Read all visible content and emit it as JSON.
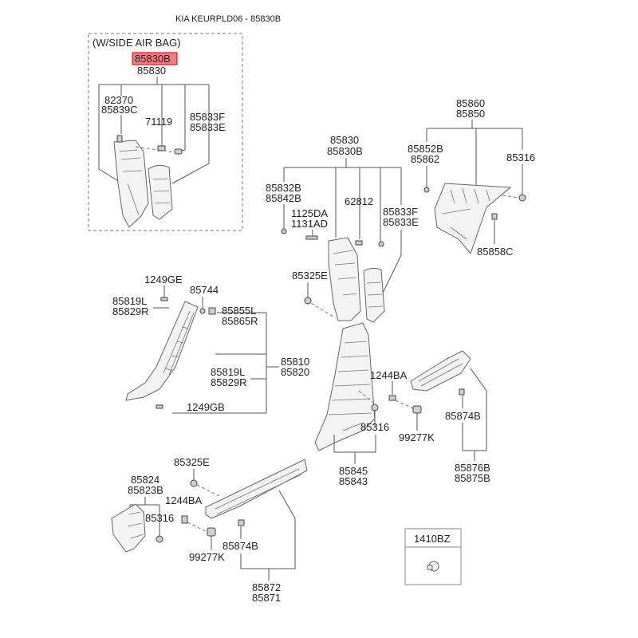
{
  "title": "KIA KEURPLD06 - 85830B",
  "highlight_color": "#f08080",
  "inset": {
    "caption": "(W/SIDE AIR BAG)",
    "highlighted_part": "85830B",
    "assembly": "85830",
    "labels": {
      "l82370": "82370",
      "l85839C": "85839C",
      "l71119": "71119",
      "l85833F": "85833F",
      "l85833E": "85833E"
    }
  },
  "center_pillar": {
    "assembly_a": "85830",
    "assembly_b": "85830B",
    "l85832B": "85832B",
    "l85842B": "85842B",
    "l1125DA": "1125DA",
    "l1131AD": "1131AD",
    "l62812": "62812",
    "l85833F": "85833F",
    "l85833E": "85833E",
    "l85325E": "85325E"
  },
  "rear_trim": {
    "assembly_a": "85860",
    "assembly_b": "85850",
    "l85852B": "85852B",
    "l85862": "85862",
    "l85316": "85316",
    "l85858C": "85858C"
  },
  "front_pillar": {
    "l1249GE": "1249GE",
    "l85744": "85744",
    "l85819L_top": "85819L",
    "l85829R_top": "85829R",
    "l85855L": "85855L",
    "l85865R": "85865R",
    "assembly_a": "85810",
    "assembly_b": "85820",
    "l85819L_mid": "85819L",
    "l85829R_mid": "85829R",
    "l1249GB": "1249GB"
  },
  "lower_pillar": {
    "l1244BA": "1244BA",
    "l85316": "85316",
    "l99277K": "99277K",
    "assembly_a": "85845",
    "assembly_b": "85843"
  },
  "rear_scuff": {
    "l85874B": "85874B",
    "assembly_a": "85876B",
    "assembly_b": "85875B"
  },
  "front_scuff": {
    "l85325E": "85325E",
    "l85824": "85824",
    "l85823B": "85823B",
    "l1244BA": "1244BA",
    "l85316": "85316",
    "l99277K": "99277K",
    "l85874B": "85874B",
    "assembly_a": "85872",
    "assembly_b": "85871"
  },
  "legend_box": {
    "part": "1410BZ"
  }
}
